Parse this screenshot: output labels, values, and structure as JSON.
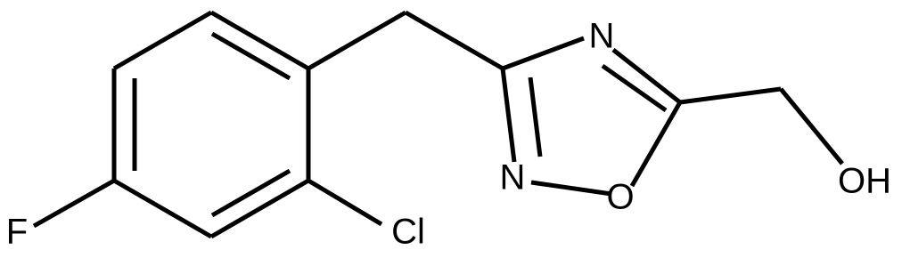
{
  "molecule": {
    "atoms": {
      "F": "F",
      "Cl": "Cl",
      "N_top": "N",
      "N_left": "N",
      "O_ring": "O",
      "OH": "OH"
    }
  }
}
